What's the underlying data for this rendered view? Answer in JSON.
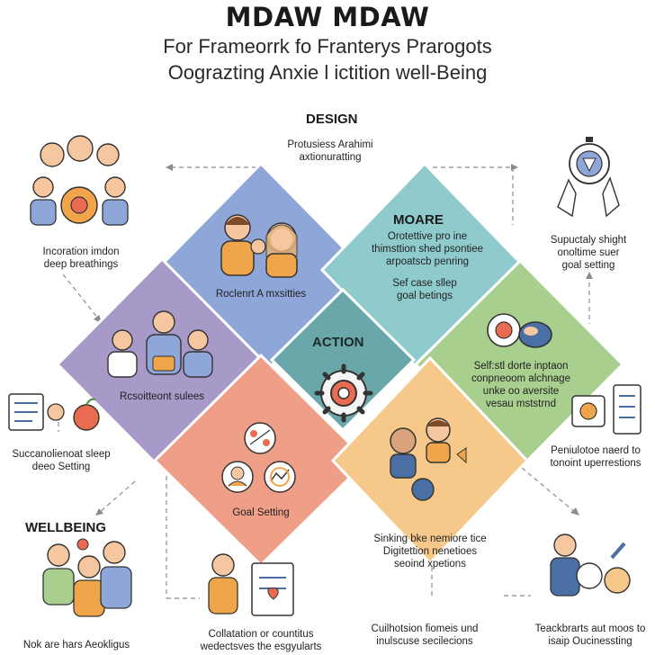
{
  "header": {
    "title": "MDAW MDAW",
    "subtitle_line1": "For Frameorrk fo Franterys Prarogots",
    "subtitle_line2": "Oograzting Anxie l ictition well-Being"
  },
  "sections": {
    "design": "DESIGN",
    "moare": "MOARE",
    "action": "ACTION",
    "wellbeing": "WELLBEING"
  },
  "diamonds": {
    "blue_label": "Roclenrt A mxsitties",
    "purple_label": "Rcsoitteont sulees",
    "teal_label_top": "Orotettive pro ine\nthimsttion shed psontiee\narpoatscb penring",
    "teal_label_bottom": "Sef case sllep\ngoal betings",
    "green_label": "Self:stl dorte inptaon\nconpneoom alchnage\nunke oo aversite\nvesau mststrnd",
    "pink_label": "Goal Setting",
    "orange_label": "Sinking bke nemiore tice\nDigitettion nenetioes\nseoind xpetions"
  },
  "corners": {
    "top_center": "Protusiess Arahimi\naxtionuratting",
    "left_top": "Incoration imdon\ndeep breathings",
    "right_top": "Supuctaly shight\nonoltime suer\ngoal setting",
    "left_mid": "Succanolienoat sleep\ndeeo Setting",
    "right_mid": "Peniulotoe naerd to\ntonoint uperrestions",
    "bottom_left": "Nok are hars Aeokligus",
    "bottom_center_left": "Collatation or countitus\nwedectsves the esgyularts",
    "bottom_center_right": "Cuilhotsion fiomeis und\ninulscuse secilecions",
    "bottom_right": "Teackbrarts aut moos to\nisaip Oucinessting"
  },
  "colors": {
    "blue": "#8ea6d8",
    "purple": "#a79ac9",
    "teal": "#8fcbcd",
    "green": "#a9cf8f",
    "pink": "#ef9e88",
    "orange": "#f6c98b",
    "center": "#6aa7aa",
    "dash": "#8c8c8c"
  }
}
